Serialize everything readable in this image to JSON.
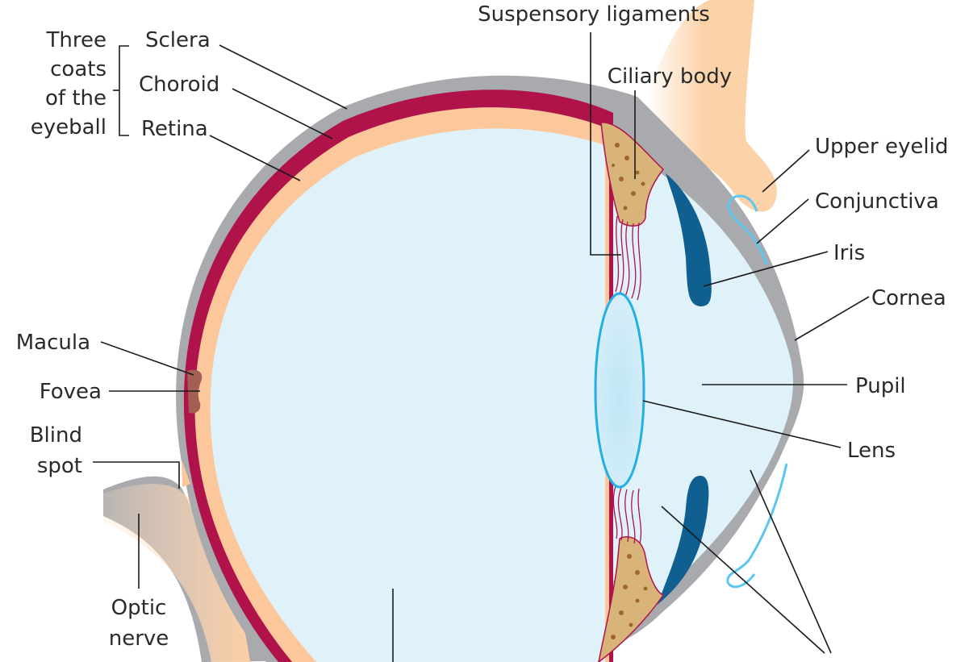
{
  "labels": {
    "three_coats_1": "Three",
    "three_coats_2": "coats",
    "three_coats_3": "of the",
    "three_coats_4": "eyeball",
    "sclera": "Sclera",
    "choroid": "Choroid",
    "retina": "Retina",
    "suspensory_ligaments": "Suspensory ligaments",
    "ciliary_body": "Ciliary body",
    "upper_eyelid": "Upper eyelid",
    "conjunctiva": "Conjunctiva",
    "iris": "Iris",
    "cornea": "Cornea",
    "pupil": "Pupil",
    "lens": "Lens",
    "macula": "Macula",
    "fovea": "Fovea",
    "blind_spot_1": "Blind",
    "blind_spot_2": "spot",
    "optic_nerve_1": "Optic",
    "optic_nerve_2": "nerve"
  },
  "colors": {
    "sclera": "#a9aaae",
    "choroid": "#b0124a",
    "retina": "#fcc79a",
    "vitreous": "#dff2fa",
    "iris": "#0f5f91",
    "lens_edge": "#22b0e6",
    "ciliary": "#d9b47a",
    "eyelid": "#fcd2a8",
    "conjunctiva": "#5cc6f0",
    "fovea": "#a45f55"
  }
}
